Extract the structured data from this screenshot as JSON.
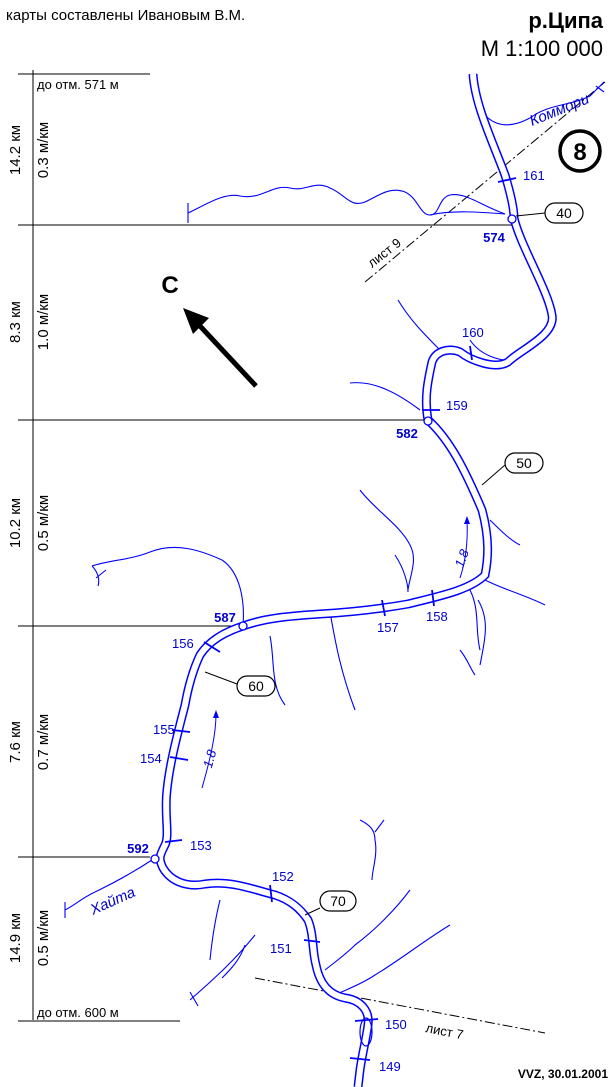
{
  "header": {
    "author": "карты составлены Ивановым В.М.",
    "river_title": "р.Ципа",
    "scale": "М 1:100 000",
    "sheet_number": "8"
  },
  "north_label": "С",
  "profile": {
    "top_note": "до отм. 571 м",
    "bottom_note": "до отм. 600 м",
    "segments": [
      {
        "length": "14.2 км",
        "slope": "0.3 м/км"
      },
      {
        "length": "8.3 км",
        "slope": "1.0 м/км"
      },
      {
        "length": "10.2 км",
        "slope": "0.5 м/км"
      },
      {
        "length": "7.6 км",
        "slope": "0.7 м/км"
      },
      {
        "length": "14.9 км",
        "slope": "0.5 м/км"
      }
    ]
  },
  "elevations": [
    "574",
    "582",
    "587",
    "592"
  ],
  "km_marks": [
    "161",
    "160",
    "159",
    "158",
    "157",
    "156",
    "155",
    "154",
    "153",
    "152",
    "151",
    "150",
    "149"
  ],
  "distance_markers": [
    "40",
    "50",
    "60",
    "70"
  ],
  "flow_speeds": [
    "1.8",
    "1.8"
  ],
  "tributaries": {
    "top": "Коммори",
    "left": "Хайта"
  },
  "sheet_labels": {
    "upper": "лист 9",
    "lower": "лист 7"
  },
  "signature": "VVZ, 30.01.2001",
  "colors": {
    "river": "#0000ff",
    "text": "#000000",
    "label_blue": "#0000cc"
  }
}
